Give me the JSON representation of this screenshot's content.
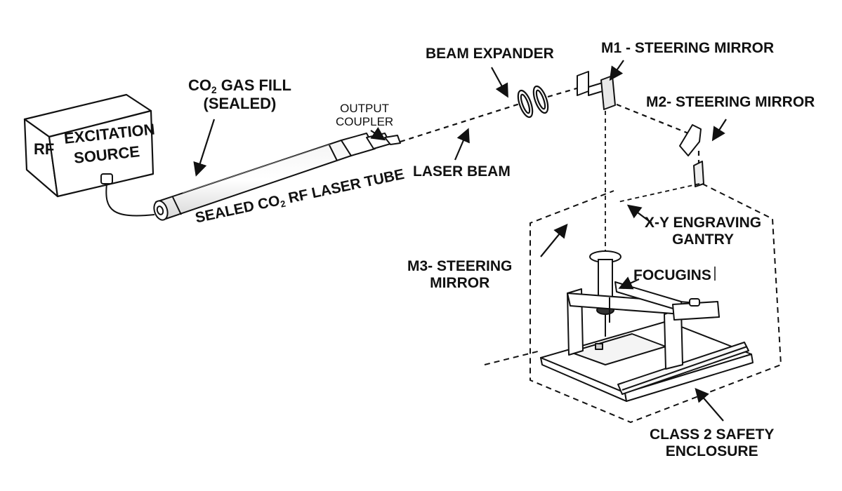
{
  "labels": {
    "rf": "RF",
    "excitation": "EXCITATION",
    "source": "SOURCE",
    "gas_fill_prefix": "CO",
    "gas_fill_sub": "2",
    "gas_fill_suffix": " GAS FILL",
    "gas_fill_line2": "(SEALED)",
    "output_coupler_line1": "OUTPUT",
    "output_coupler_line2": "COUPLER",
    "tube_prefix": "SEALED CO",
    "tube_sub": "2",
    "tube_suffix": " RF LASER TUBE",
    "laser_beam": "LASER BEAM",
    "beam_expander": "BEAM EXPANDER",
    "m1": "M1 - STEERING MIRROR",
    "m2": "M2- STEERING MIRROR",
    "gantry_line1": "X-Y ENGRAVING",
    "gantry_line2": "GANTRY",
    "m3_line1": "M3- STEERING",
    "m3_line2": "MIRROR",
    "focusing": "FOCUGINS",
    "enclosure_line1": "CLASS 2 SAFETY",
    "enclosure_line2": "ENCLOSURE"
  }
}
